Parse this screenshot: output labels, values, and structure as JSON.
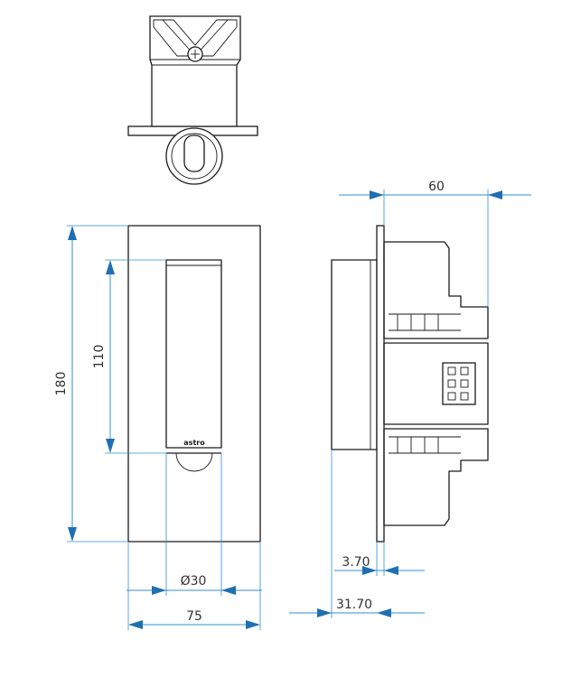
{
  "brand_label": "astro",
  "colors": {
    "line": "#1a1a1a",
    "dimension": "#2f8fd0",
    "arrow": "#1f6fb2"
  },
  "dimensions": {
    "height_total": "180",
    "height_head": "110",
    "diameter": "Ø30",
    "width_total": "75",
    "depth_total": "60",
    "plate_thickness": "3.70",
    "projection": "31.70"
  }
}
